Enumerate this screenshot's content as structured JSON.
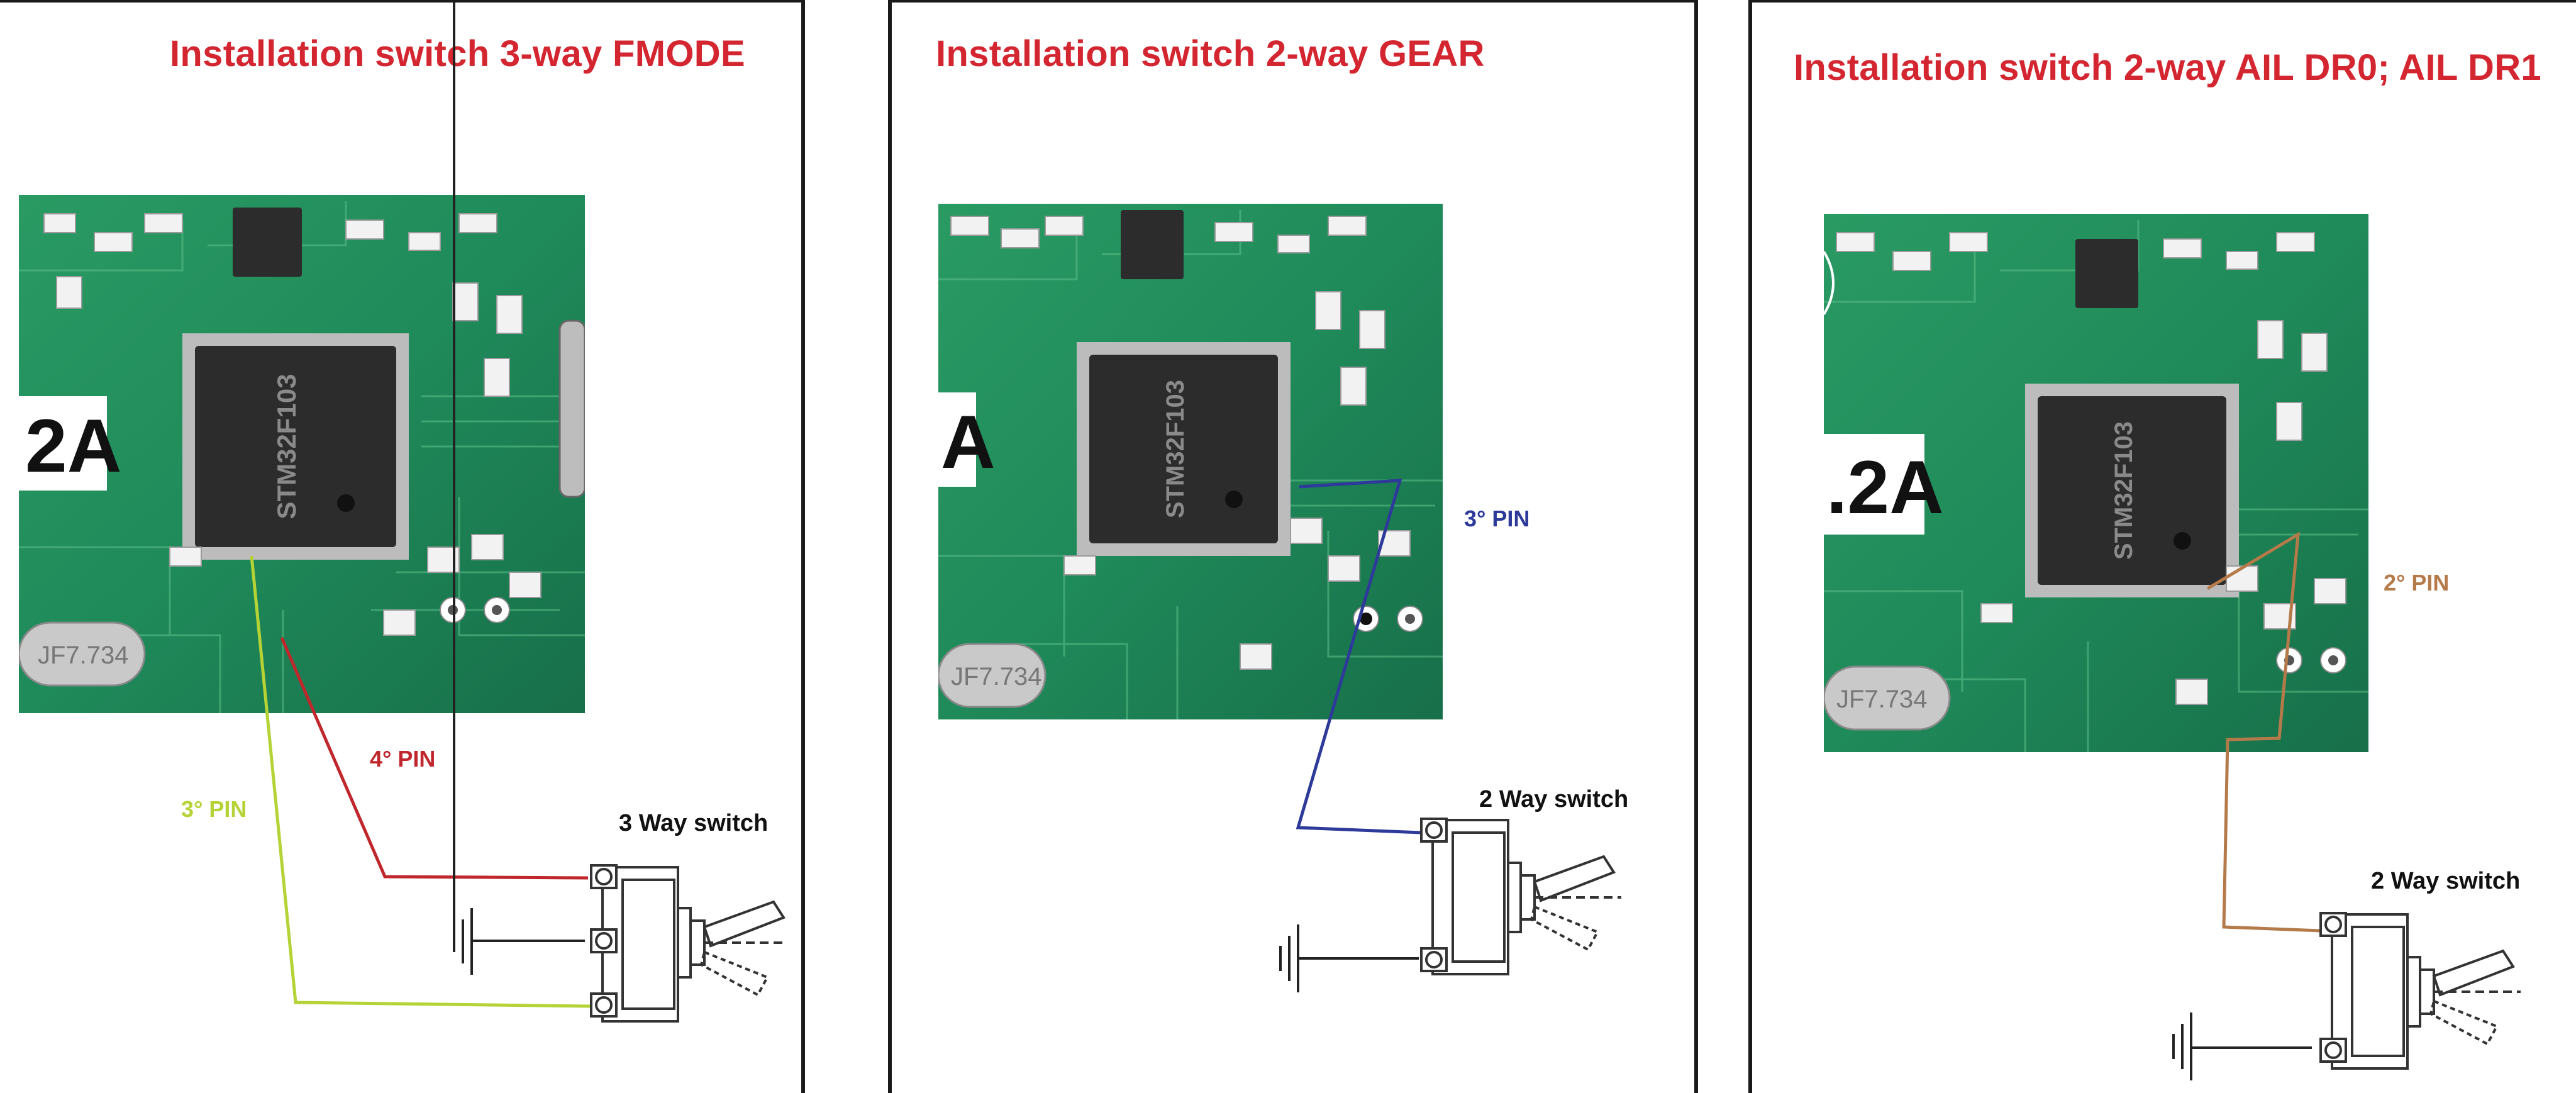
{
  "panels": [
    {
      "title": "Installation switch 3-way FMODE",
      "chip_marking": "STM32F103",
      "board_label": "2A",
      "crystal_label": "JF7.734",
      "switch_label": "3 Way switch",
      "wires": [
        {
          "label": "4° PIN",
          "color": "#c0272d"
        },
        {
          "label": "3° PIN",
          "color": "#b5d336"
        }
      ]
    },
    {
      "title": "Installation switch 2-way GEAR",
      "chip_marking": "STM32F103",
      "board_label": "A",
      "crystal_label": "JF7.734",
      "switch_label": "2 Way switch",
      "wires": [
        {
          "label": "3° PIN",
          "color": "#2e3a9a"
        }
      ]
    },
    {
      "title": "Installation switch 2-way AIL DR0; AIL DR1",
      "chip_marking": "STM32F103",
      "board_label": ".2A",
      "crystal_label": "JF7.734",
      "switch_label": "2 Way switch",
      "wires": [
        {
          "label": "2° PIN",
          "color": "#b57a4a"
        }
      ]
    }
  ],
  "colors": {
    "title": "#d32630",
    "pcb": "#1f8a5a",
    "chip": "#2c2c2c",
    "switch_outline": "#333333"
  }
}
